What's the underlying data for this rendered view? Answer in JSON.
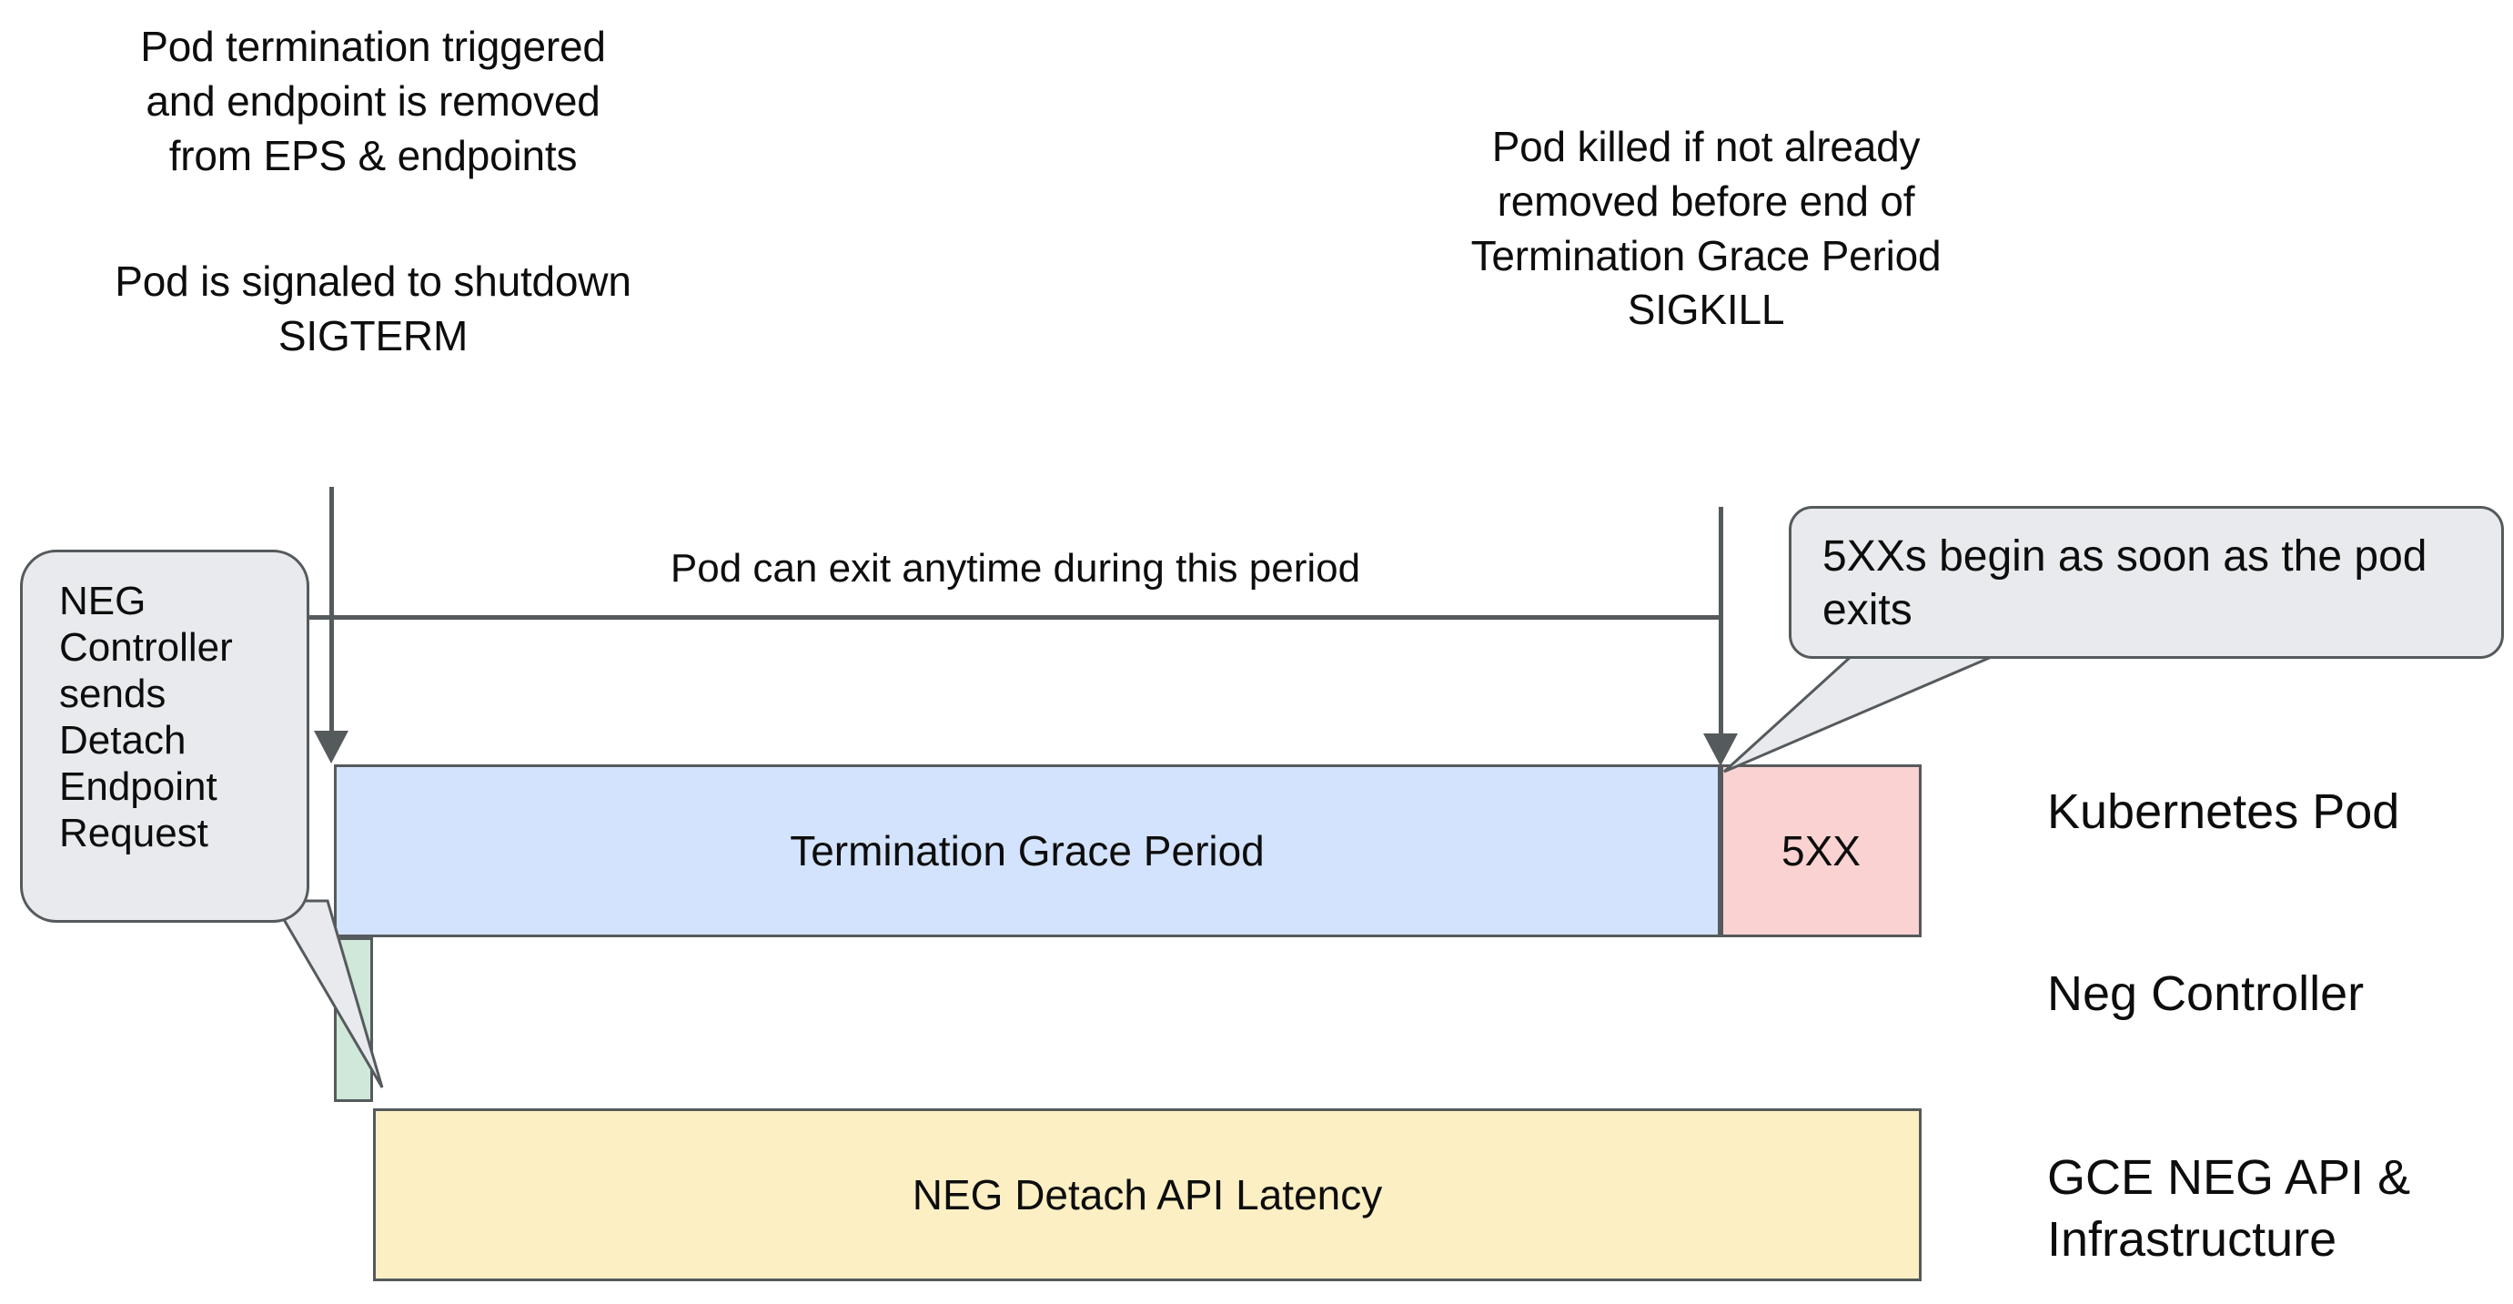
{
  "annotations": {
    "pod_termination_triggered": "Pod termination triggered\nand endpoint is removed\nfrom EPS & endpoints",
    "pod_signaled_shutdown": "Pod is signaled to shutdown\nSIGTERM",
    "pod_killed": "Pod killed if not already\nremoved before end of\nTermination Grace Period\nSIGKILL",
    "span_caption": "Pod can exit anytime during this period"
  },
  "callouts": {
    "neg_controller": "NEG Controller sends Detach Endpoint Request",
    "five_xx": "5XXs begin as soon as the pod exits"
  },
  "bars": {
    "termination_grace_period": {
      "label": "Termination Grace Period",
      "color": "#d3e3fd",
      "lane": "Kubernetes Pod"
    },
    "five_xx": {
      "label": "5XX",
      "color": "#fad2d2",
      "lane": "Kubernetes Pod"
    },
    "neg_controller": {
      "label": "",
      "color": "#cfe8d9",
      "lane": "Neg Controller"
    },
    "neg_detach_api_latency": {
      "label": "NEG Detach API Latency",
      "color": "#fcefc4",
      "lane": "GCE NEG API & Infrastructure"
    }
  },
  "lanes": [
    {
      "id": "kubernetes-pod",
      "label": "Kubernetes Pod"
    },
    {
      "id": "neg-controller",
      "label": "Neg Controller"
    },
    {
      "id": "gce-neg-api",
      "label": "GCE NEG API &\nInfrastructure"
    }
  ],
  "colors": {
    "blue": "#d3e3fd",
    "pink": "#fad2d2",
    "green": "#cfe8d9",
    "yellow": "#fcefc4",
    "bubble": "#e8eaed",
    "stroke": "#555a5c",
    "text": "#0d0d0d",
    "background": "#ffffff"
  }
}
